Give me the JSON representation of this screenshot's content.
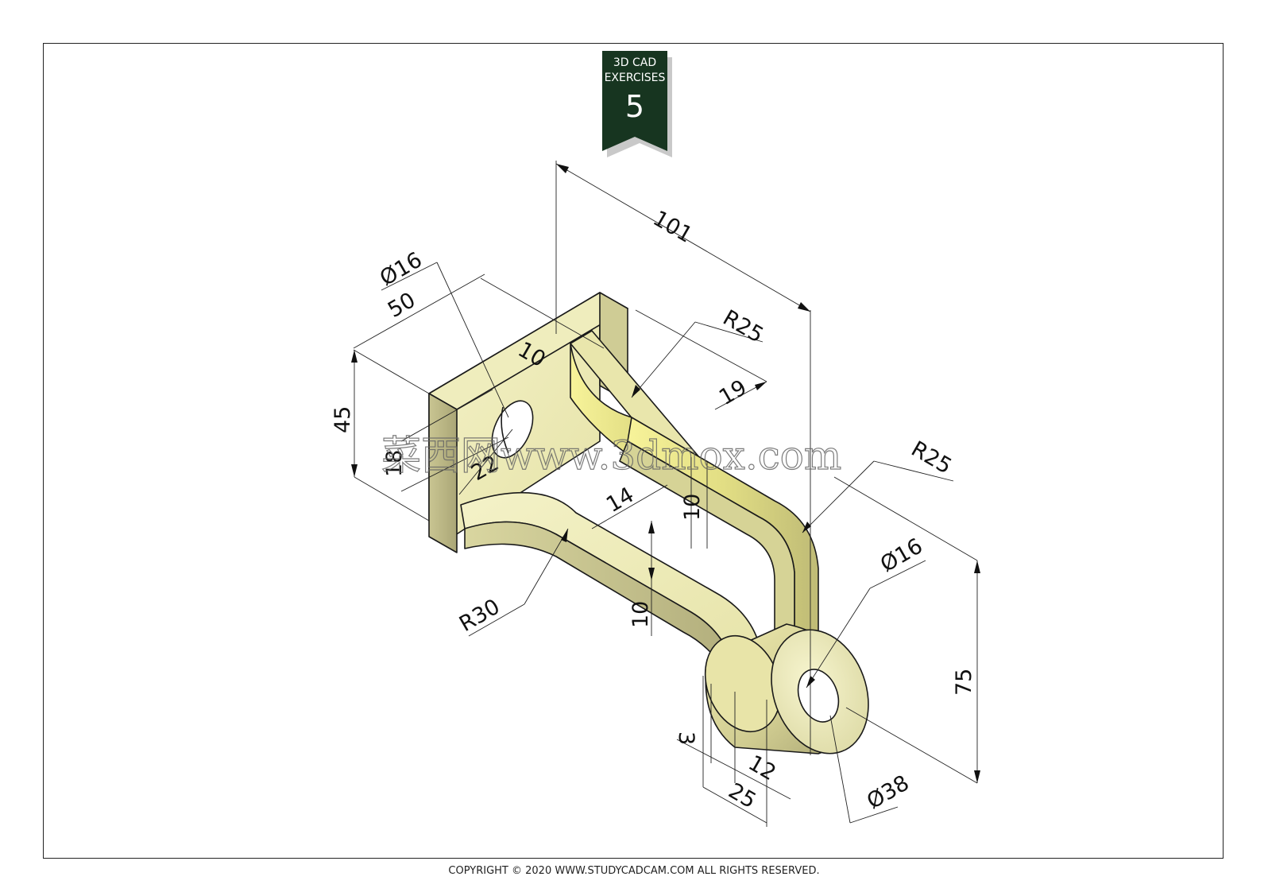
{
  "badge": {
    "line1": "3D CAD",
    "line2": "EXERCISES",
    "number": "5",
    "color": "#173520"
  },
  "dimensions": {
    "d101": "101",
    "d50": "50",
    "d45": "45",
    "dia16_top": "Ø16",
    "d10_top": "10",
    "r25_top": "R25",
    "d19": "19",
    "r25_right": "R25",
    "d18": "18",
    "d22": "22",
    "d14": "14",
    "d10_web": "10",
    "d10_bottom": "10",
    "r30": "R30",
    "dia16_boss": "Ø16",
    "d75": "75",
    "d3": "3",
    "d12": "12",
    "d25": "25",
    "dia38": "Ø38"
  },
  "watermark": "菜西网www.3dmox.com",
  "copyright": "COPYRIGHT © 2020 WWW.STUDYCADCAM.COM ALL RIGHTS RESERVED.",
  "colors": {
    "part_light": "#f2f0c2",
    "part_mid": "#dcd99a",
    "part_dark": "#b8b47a",
    "part_shadow": "#9d9a6a",
    "highlight": "#f5f28a"
  }
}
